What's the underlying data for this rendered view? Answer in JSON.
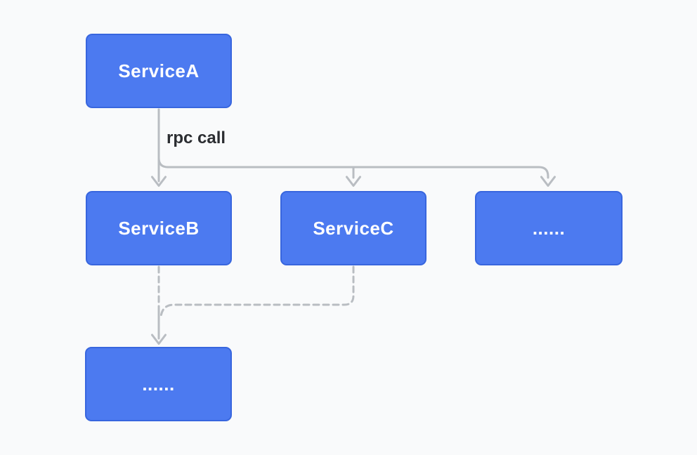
{
  "colors": {
    "background": "#f9fafb",
    "node-fill": "#4c7af0",
    "node-border": "#3866de",
    "node-text": "#ffffff",
    "connector": "#b9bdc2",
    "edge-label-color": "#2b2d31"
  },
  "nodes": [
    {
      "id": "service-a",
      "label": "ServiceA"
    },
    {
      "id": "service-b",
      "label": "ServiceB"
    },
    {
      "id": "service-c",
      "label": "ServiceC"
    },
    {
      "id": "more-services-top",
      "label": "......"
    },
    {
      "id": "more-services-bottom",
      "label": "......"
    }
  ],
  "edges": {
    "rpc_label": "rpc call"
  }
}
